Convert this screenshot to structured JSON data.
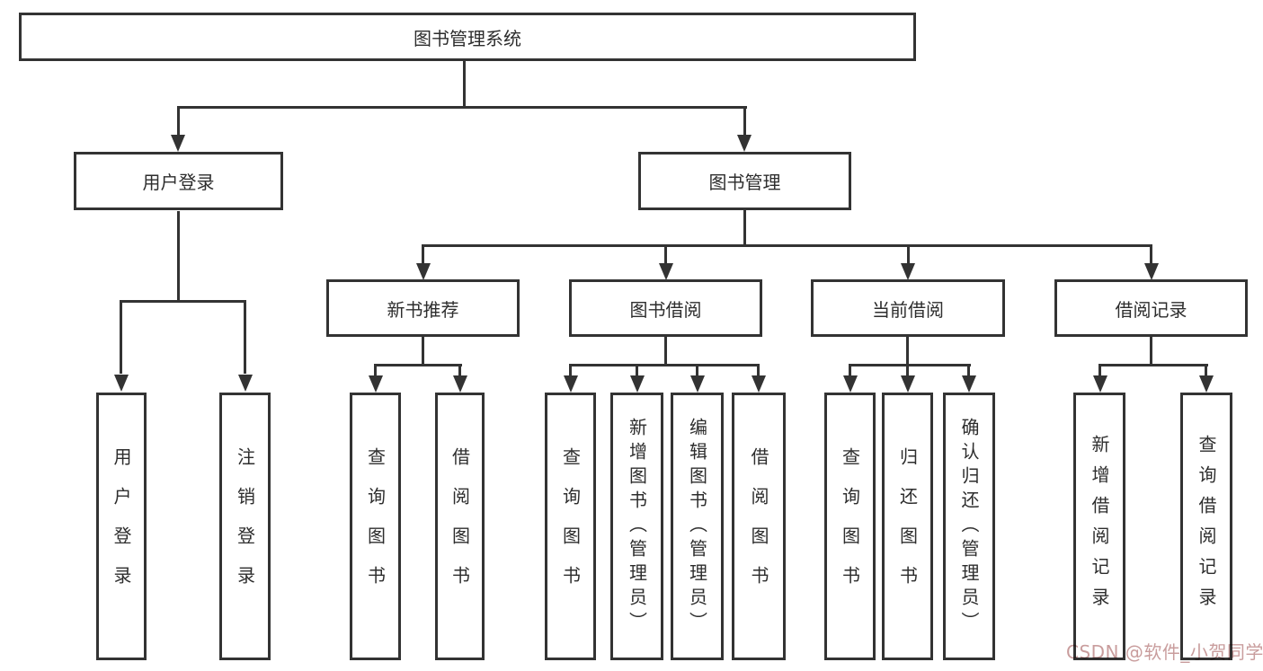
{
  "tree": {
    "label": "图书管理系统",
    "children": [
      {
        "label": "用户登录",
        "children": [
          {
            "label": "用户登录"
          },
          {
            "label": "注销登录"
          }
        ]
      },
      {
        "label": "图书管理",
        "children": [
          {
            "label": "新书推荐",
            "children": [
              {
                "label": "查询图书"
              },
              {
                "label": "借阅图书"
              }
            ]
          },
          {
            "label": "图书借阅",
            "children": [
              {
                "label": "查询图书"
              },
              {
                "label": "新增图书（管理员）"
              },
              {
                "label": "编辑图书（管理员）"
              },
              {
                "label": "借阅图书"
              }
            ]
          },
          {
            "label": "当前借阅",
            "children": [
              {
                "label": "查询图书"
              },
              {
                "label": "归还图书"
              },
              {
                "label": "确认归还（管理员）"
              }
            ]
          },
          {
            "label": "借阅记录",
            "children": [
              {
                "label": "新增借阅记录"
              },
              {
                "label": "查询借阅记录"
              }
            ]
          }
        ]
      }
    ]
  },
  "watermark": {
    "text": "CSDN @软件_小贺同学"
  },
  "colors": {
    "line": "#333333",
    "text": "#2d2d2d",
    "background": "#ffffff",
    "watermark": "#c99d9d"
  }
}
